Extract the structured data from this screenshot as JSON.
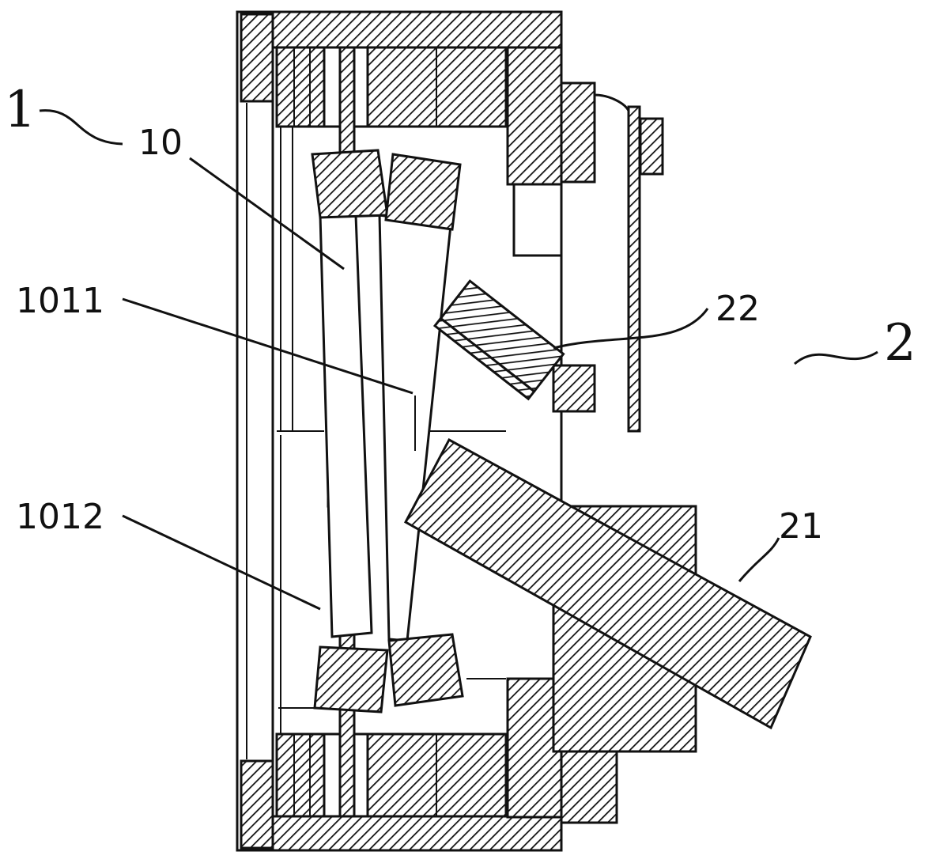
{
  "labels": {
    "assembly_1": "1",
    "part_10": "10",
    "part_1011": "1011",
    "part_1012": "1012",
    "part_22": "22",
    "assembly_2": "2",
    "part_21": "21"
  },
  "colors": {
    "line": "#111111",
    "background": "#ffffff",
    "hatch": "#111111"
  }
}
